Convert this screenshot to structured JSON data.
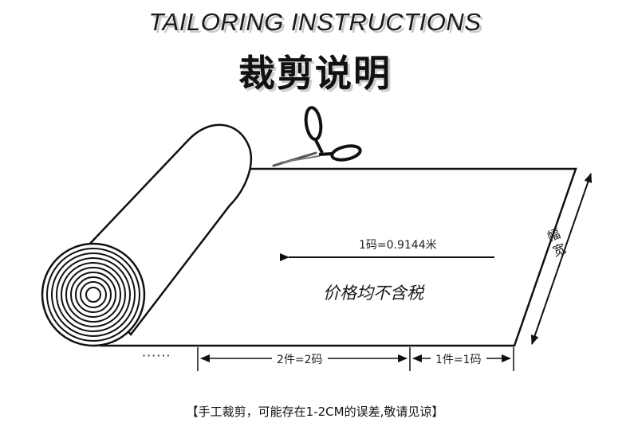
{
  "header": {
    "title_en": "TAILORING INSTRUCTIONS",
    "title_cn": "裁剪说明"
  },
  "diagram": {
    "length_label": "1码=0.9144米",
    "price_note": "价格均不含税",
    "width_label": "幅宽",
    "ellipsis": "······",
    "segment_two_label": "2件=2码",
    "segment_one_label": "1件=1码"
  },
  "footer": {
    "note": "【手工裁剪，可能存在1-2CM的误差,敬请见谅】"
  },
  "icons": {
    "scissors": "scissors-icon",
    "fabric_roll": "fabric-roll-icon"
  },
  "colors": {
    "line": "#111111",
    "shadow": "#cfcfcf"
  }
}
